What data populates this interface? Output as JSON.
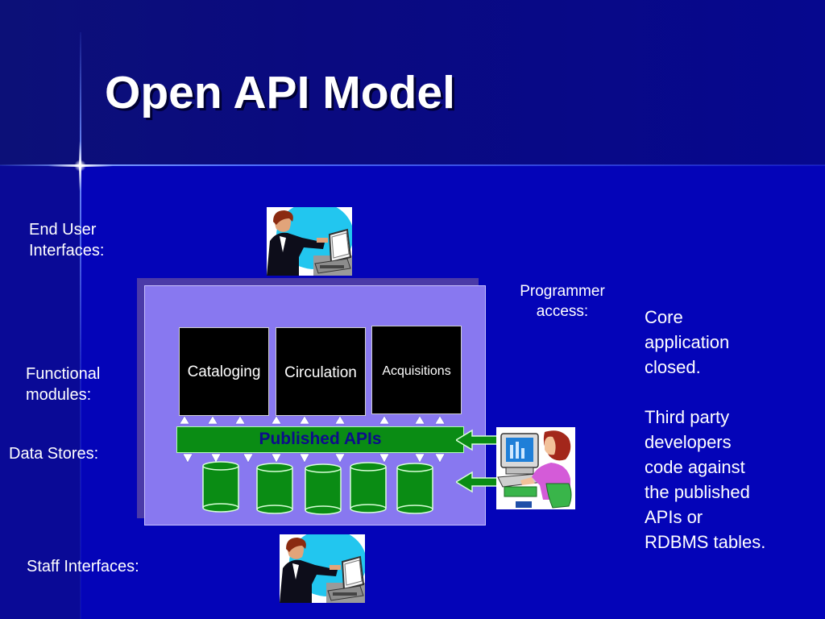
{
  "slide": {
    "title": "Open API Model"
  },
  "labels": {
    "end_user_line1": "End User",
    "end_user_line2": "Interfaces:",
    "functional_line1": "Functional",
    "functional_line2": "modules:",
    "data_stores": "Data Stores:",
    "staff_interfaces": "Staff Interfaces:",
    "programmer_line1": "Programmer",
    "programmer_line2": "access:"
  },
  "modules": [
    "Cataloging",
    "Circulation",
    "Acquisitions"
  ],
  "api_bar": "Published APIs",
  "data_store_count": 5,
  "note": {
    "para1": [
      "Core",
      "application",
      "closed."
    ],
    "para2": [
      "Third party",
      "developers",
      "code against",
      "the published",
      "APIs or",
      "RDBMS tables."
    ]
  },
  "icons": {
    "end_user": "person-at-computer-icon",
    "staff": "person-at-computer-icon",
    "programmer": "woman-at-computer-icon",
    "data_store": "database-cylinder-icon"
  },
  "colors": {
    "background": "#0404b8",
    "frame": "#8878f0",
    "api_bar": "#0a8c14",
    "api_text": "#0d0d8a",
    "arrow": "#0a8c14"
  }
}
